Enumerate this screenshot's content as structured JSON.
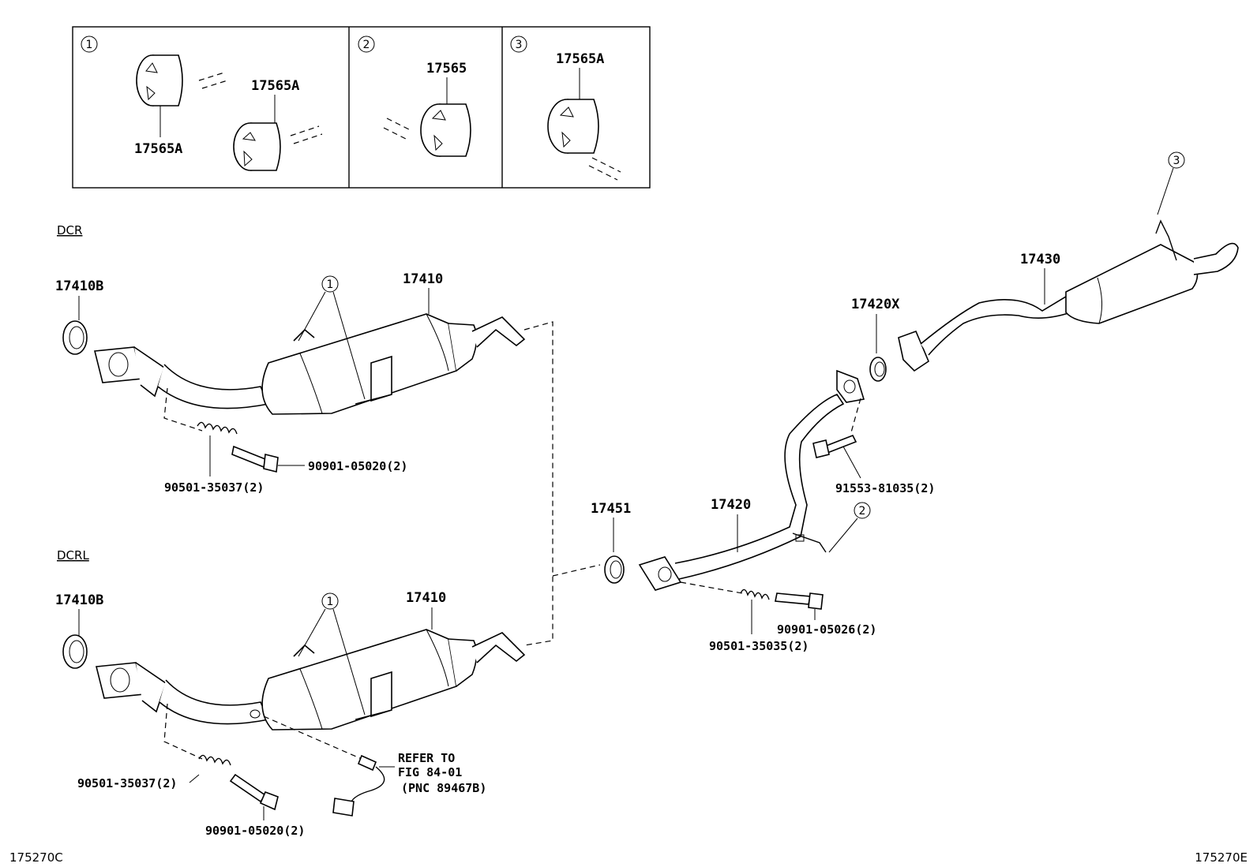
{
  "legend_boxes": {
    "box1": {
      "callout": "1",
      "label_a": "17565A",
      "label_b": "17565A"
    },
    "box2": {
      "callout": "2",
      "label": "17565"
    },
    "box3": {
      "callout": "3",
      "label": "17565A"
    }
  },
  "sections": {
    "dcr": "DCR",
    "dcrl": "DCRL"
  },
  "dcr": {
    "gasket": "17410B",
    "converter": "17410",
    "callout": "1",
    "spring": "90501-35037(2)",
    "bolt": "90901-05020(2)"
  },
  "dcrl": {
    "gasket": "17410B",
    "converter": "17410",
    "callout": "1",
    "spring": "90501-35037(2)",
    "bolt": "90901-05020(2)",
    "refer": [
      "REFER TO",
      "FIG 84-01",
      "(PNC 89467B)"
    ]
  },
  "center": {
    "gasket_17451": "17451",
    "pipe": "17420",
    "callout": "2",
    "spring": "90501-35035(2)",
    "bolt": "90901-05026(2)",
    "gasket_17420x": "17420X",
    "bolt_91553": "91553-81035(2)"
  },
  "tail": {
    "pipe": "17430",
    "callout": "3"
  },
  "codes": {
    "left": "175270C",
    "right": "175270E"
  }
}
